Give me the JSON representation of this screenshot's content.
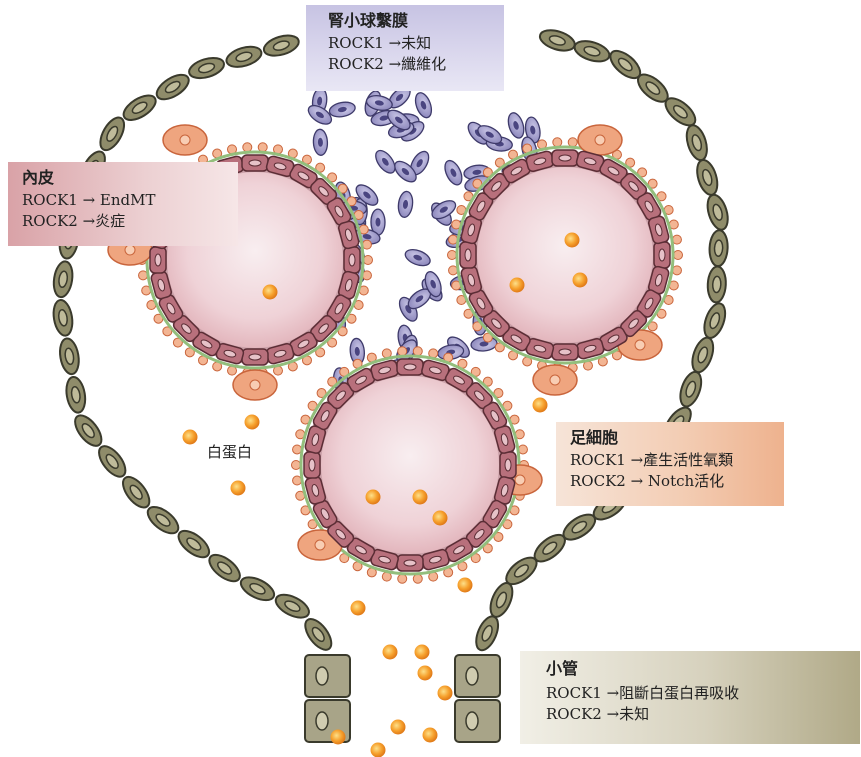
{
  "labels": {
    "mesangium": {
      "title": "腎小球繫膜",
      "rock1": "ROCK1 →未知",
      "rock2": "ROCK2 →纖維化"
    },
    "endothelium": {
      "title": "內皮",
      "rock1": "ROCK1 → EndMT",
      "rock2": "ROCK2 →炎症"
    },
    "podocyte": {
      "title": "足細胞",
      "rock1": "ROCK1 →產生活性氧類",
      "rock2": "ROCK2 → Notch活化"
    },
    "tubule": {
      "title": "小管",
      "rock1": "ROCK1 →阻斷白蛋白再吸收",
      "rock2": "ROCK2 →未知"
    },
    "albumin": "白蛋白"
  },
  "colors": {
    "capsule_cell": "#8f8c6a",
    "capsule_outline": "#3a3a2c",
    "capillary_fill": "#f1d4d8",
    "endothelial_cell": "#b8707c",
    "mesangial_cell": "#9f9bc9",
    "podocyte": "#efa57f",
    "gbm_green": "#93be7c",
    "albumin": "#f29a2a"
  }
}
